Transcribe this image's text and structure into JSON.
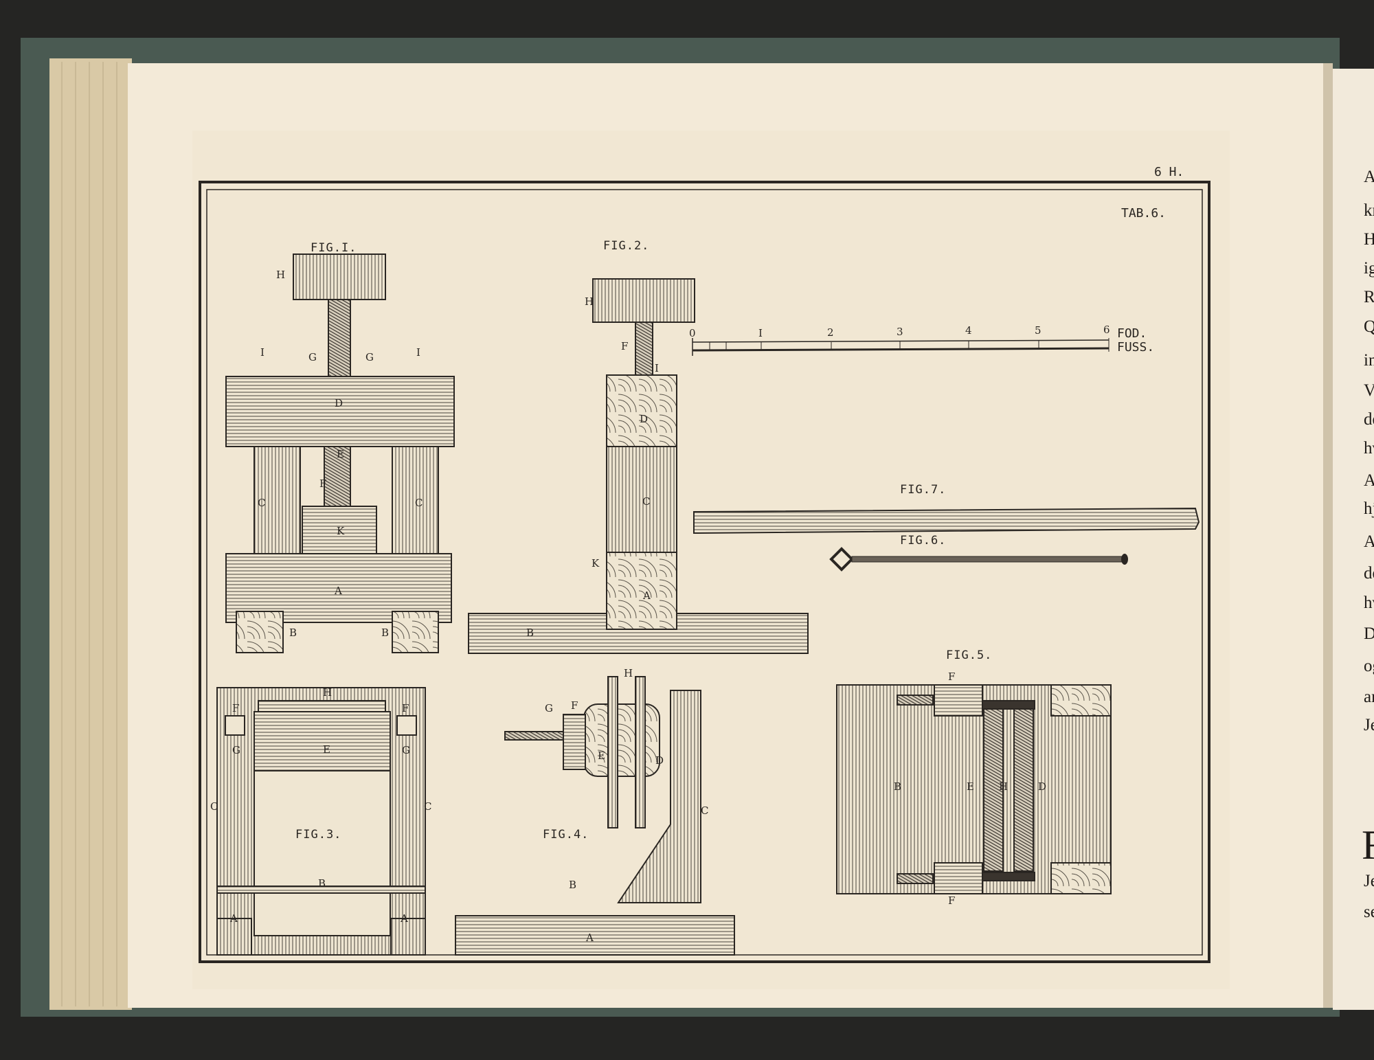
{
  "plate": {
    "page_number": "6 H.",
    "table_label": "TAB.6.",
    "figures": {
      "fig1": {
        "title": "FIG.I.",
        "labels": [
          "H",
          "I",
          "G",
          "G",
          "I",
          "D",
          "E",
          "F",
          "C",
          "C",
          "K",
          "A",
          "B",
          "B"
        ]
      },
      "fig2": {
        "title": "FIG.2.",
        "labels": [
          "H",
          "F",
          "I",
          "D",
          "C",
          "K",
          "A",
          "B"
        ]
      },
      "fig3": {
        "title": "FIG.3.",
        "labels": [
          "H",
          "F",
          "F",
          "E",
          "G",
          "G",
          "C",
          "C",
          "B",
          "A",
          "A"
        ]
      },
      "fig4": {
        "title": "FIG.4.",
        "labels": [
          "H",
          "G",
          "F",
          "E",
          "D",
          "C",
          "B",
          "A"
        ]
      },
      "fig5": {
        "title": "FIG.5.",
        "labels": [
          "F",
          "B",
          "E",
          "H",
          "D",
          "F"
        ]
      },
      "fig6": {
        "title": "FIG.6."
      },
      "fig7": {
        "title": "FIG.7."
      }
    },
    "scale": {
      "ticks": [
        "0",
        "I",
        "2",
        "3",
        "4",
        "5",
        "6"
      ],
      "unit_danish": "FOD.",
      "unit_german": "FUSS."
    }
  },
  "right_page": {
    "line_fragments": [
      "A",
      "kr",
      "H",
      "ig",
      "R",
      "Q",
      "in",
      "V",
      "de",
      "hv",
      "A",
      "hj",
      "A",
      "de",
      "hv",
      "D",
      "og",
      "ar",
      "Je",
      "F",
      "Je",
      "se"
    ]
  }
}
